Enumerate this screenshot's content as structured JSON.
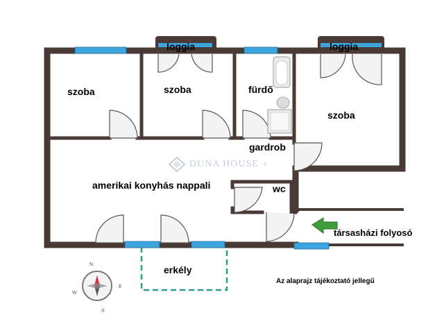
{
  "labels": {
    "loggia_left": "loggia",
    "loggia_right": "loggia",
    "szoba_1": "szoba",
    "szoba_2": "szoba",
    "furdo": "fürdő",
    "szoba_3": "szoba",
    "gardrob": "gardrob",
    "nappali": "amerikai konyhás nappali",
    "wc": "wc",
    "folyoso": "társasházi folyosó",
    "erkely": "erkély",
    "disclaimer": "Az alaprajz tájékoztató jellegű"
  },
  "watermark": {
    "text": "DUNA HOUSE",
    "mark": "®"
  },
  "compass": {
    "n": "N",
    "e": "E",
    "s": "S",
    "w": "W"
  },
  "colors": {
    "wall": "#4a3a36",
    "window": "#3ea4de",
    "balcony": "#2e9e86",
    "arrow": "#3f9e3a",
    "compass_red": "#d6333a"
  },
  "icons": [
    "door-swing-icon",
    "bathtub-icon",
    "toilet-icon",
    "shower-icon",
    "compass-icon",
    "arrow-left-icon"
  ]
}
